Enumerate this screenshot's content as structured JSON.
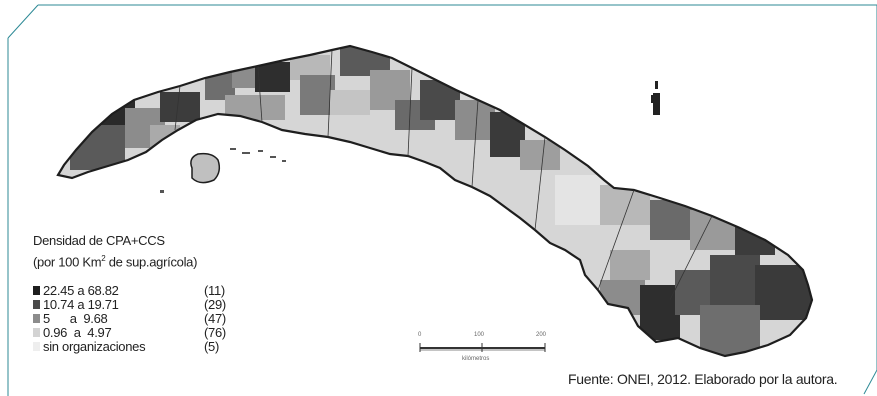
{
  "map": {
    "legend": {
      "title_line1": "Densidad de CPA+CCS",
      "title_line2_pre": "(por 100 Km",
      "title_line2_sup": "2",
      "title_line2_post": " de sup.agrícola)",
      "items": [
        {
          "label": "22.45 a 68.82",
          "count": "(11)",
          "color": "#1e1e1e"
        },
        {
          "label": "10.74 a 19.71",
          "count": "(29)",
          "color": "#4a4a4a"
        },
        {
          "label": "5      a  9.68",
          "count": "(47)",
          "color": "#8c8c8c"
        },
        {
          "label": "0.96  a  4.97",
          "count": "(76)",
          "color": "#d3d3d3"
        },
        {
          "label": "sin organizaciones",
          "count": "(5)",
          "color": "#eeeeee"
        }
      ]
    },
    "scale_bar": {
      "ticks": [
        "0",
        "100",
        "200"
      ],
      "unit": "kilómetros"
    },
    "north_arrow_icon": "north-arrow-icon",
    "source": "Fuente: ONEI, 2012. Elaborado por la autora.",
    "accent_color": "#2e8a96"
  }
}
